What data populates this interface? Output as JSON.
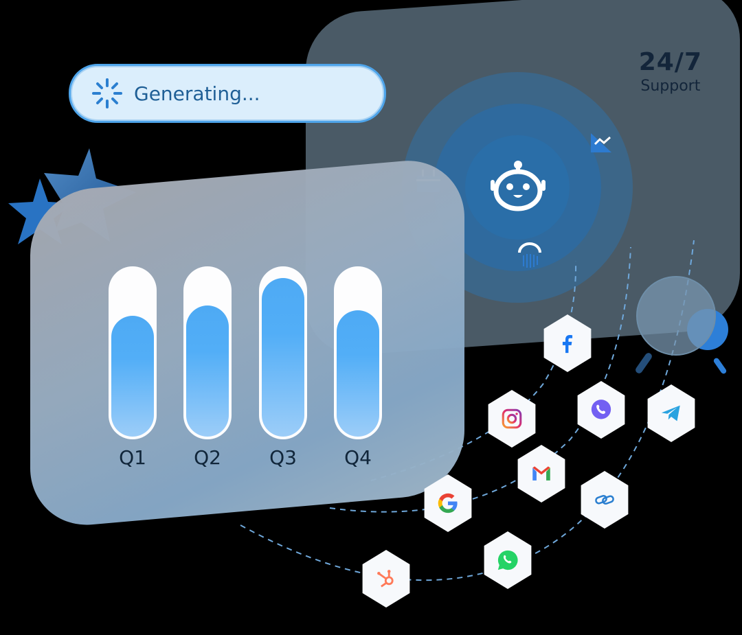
{
  "status_pill": {
    "label": "Generating..."
  },
  "support": {
    "headline": "24/7",
    "subtitle": "Support"
  },
  "chart_data": {
    "type": "bar",
    "categories": [
      "Q1",
      "Q2",
      "Q3",
      "Q4"
    ],
    "values": [
      0.73,
      0.79,
      0.95,
      0.76
    ],
    "title": "",
    "xlabel": "",
    "ylabel": "",
    "ylim": [
      0,
      1
    ]
  },
  "integrations": [
    "facebook",
    "instagram",
    "viber",
    "telegram",
    "gmail",
    "zoho-link",
    "google",
    "whatsapp",
    "hubspot"
  ],
  "colors": {
    "accent": "#2f7fd0",
    "panel": "#4a5a66",
    "background": "#000000"
  }
}
